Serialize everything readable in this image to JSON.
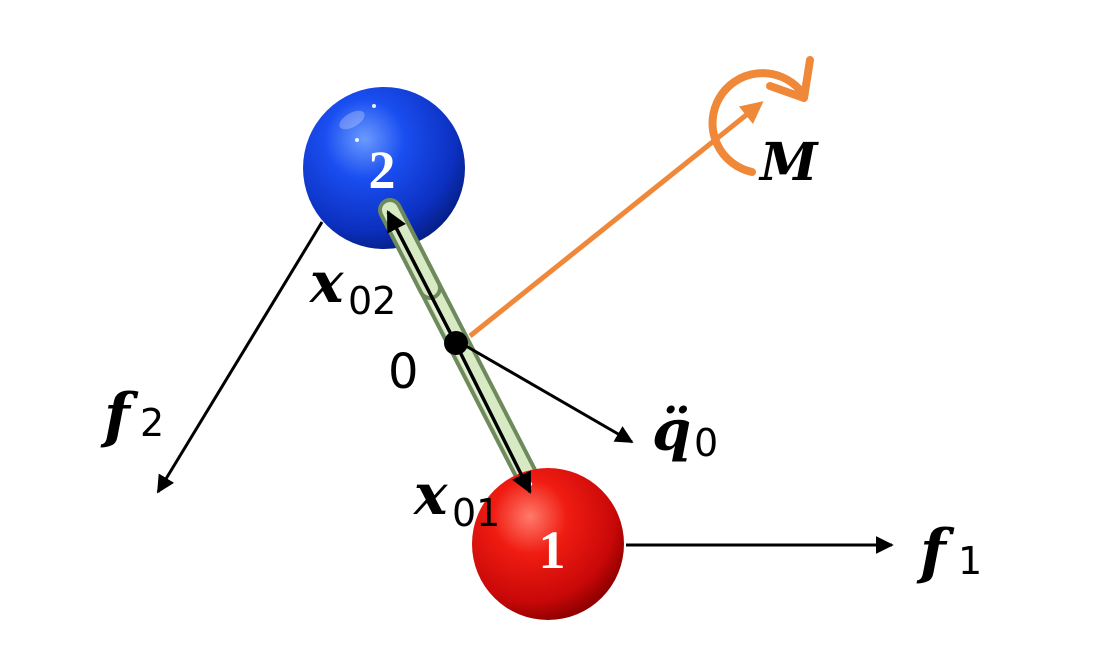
{
  "diagram": {
    "atom1_label": "1",
    "atom2_label": "2",
    "origin_label": "0",
    "force1": {
      "symbol": "f",
      "sub": "1"
    },
    "force2": {
      "symbol": "f",
      "sub": "2"
    },
    "pos01": {
      "symbol": "x",
      "sub": "01"
    },
    "pos02": {
      "symbol": "x",
      "sub": "02"
    },
    "accel": {
      "symbol": "q̈",
      "sub": "0"
    },
    "moment": {
      "symbol": "M"
    }
  },
  "colors": {
    "atom1": "#e01010",
    "atom2": "#1040d8",
    "bond": "#b8d4a0",
    "moment": "#f0883a",
    "arrow": "#000000"
  }
}
